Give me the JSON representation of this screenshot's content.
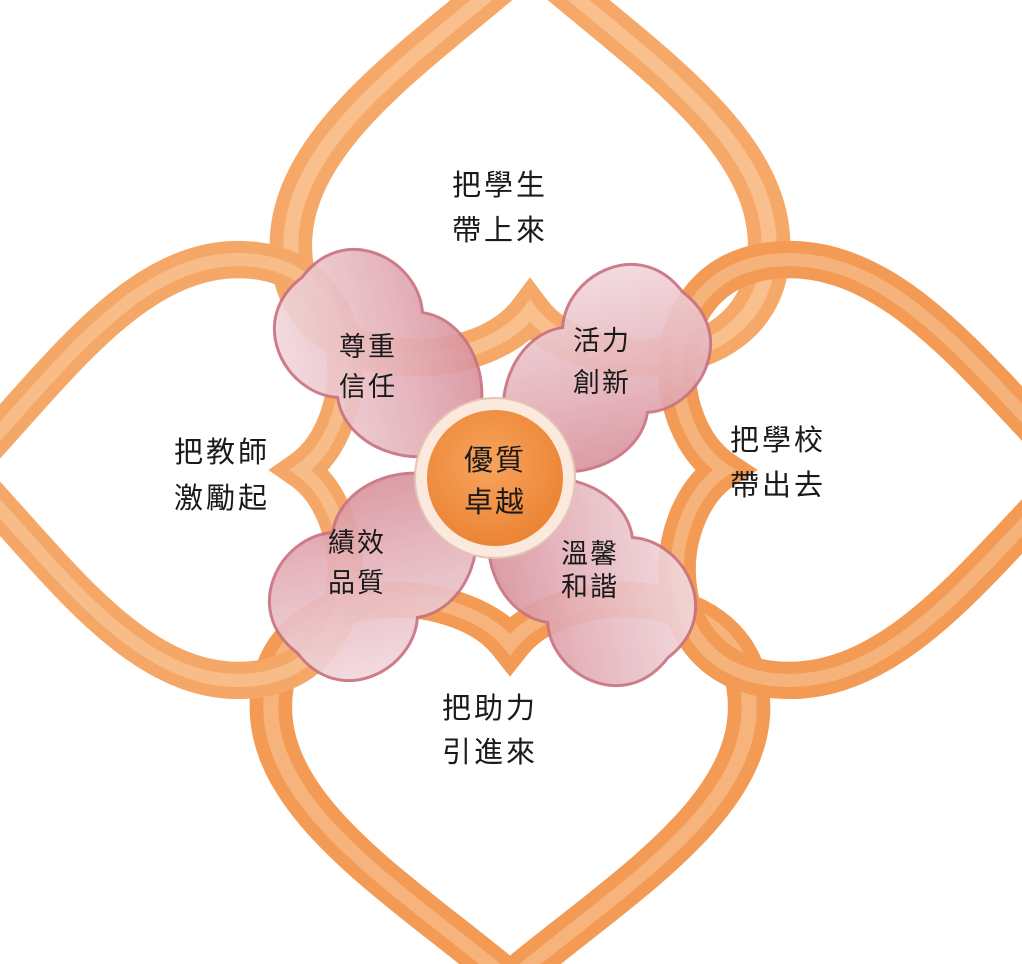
{
  "colors": {
    "heart_stroke_light": "#f9c79a",
    "heart_stroke_dark": "#f18a3d",
    "petal_fill_light": "#efd3d8",
    "petal_fill_dark": "#d98a97",
    "petal_stroke": "#c9707f",
    "core_fill": "#f08c3c",
    "core_ring": "#fdf2ea"
  },
  "outer_hearts": {
    "top": {
      "line1": "把學生",
      "line2": "帶上來"
    },
    "right": {
      "line1": "把學校",
      "line2": "帶出去"
    },
    "bottom": {
      "line1": "把助力",
      "line2": "引進來"
    },
    "left": {
      "line1": "把教師",
      "line2": "激勵起"
    }
  },
  "petals": {
    "upper_left": {
      "line1": "尊重",
      "line2": "信任"
    },
    "upper_right": {
      "line1": "活力",
      "line2": "創新"
    },
    "lower_right": {
      "line1": "溫馨",
      "line2": "和諧"
    },
    "lower_left": {
      "line1": "績效",
      "line2": "品質"
    }
  },
  "center": {
    "line1": "優質",
    "line2": "卓越"
  }
}
